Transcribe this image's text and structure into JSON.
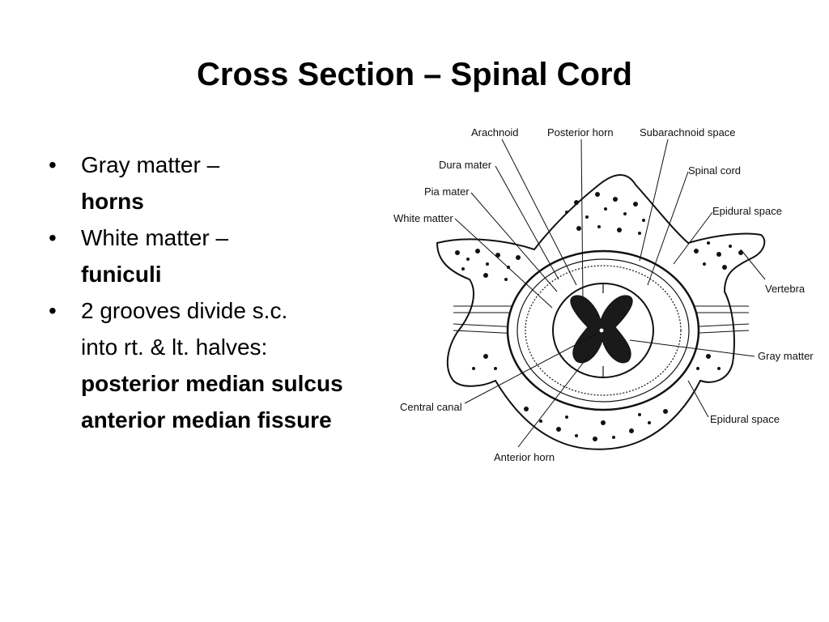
{
  "slide": {
    "title": "Cross Section – Spinal Cord",
    "bullets": [
      {
        "bullet": "•",
        "text": "Gray matter –",
        "bold": false
      },
      {
        "bullet": "",
        "text": "horns",
        "bold": true
      },
      {
        "bullet": "•",
        "text": "White matter –",
        "bold": false
      },
      {
        "bullet": "",
        "text": "funiculi",
        "bold": true
      },
      {
        "bullet": "•",
        "text": "2 grooves divide s.c.",
        "bold": false
      },
      {
        "bullet": "",
        "text": "into rt. & lt. halves:",
        "bold": false
      },
      {
        "bullet": "",
        "text": "posterior median sulcus",
        "bold": true
      },
      {
        "bullet": "",
        "text": "anterior median fissure",
        "bold": true
      }
    ]
  },
  "diagram": {
    "labels": {
      "arachnoid": "Arachnoid",
      "posterior_horn": "Posterior horn",
      "subarachnoid_space": "Subarachnoid space",
      "dura_mater": "Dura mater",
      "spinal_cord": "Spinal cord",
      "pia_mater": "Pia mater",
      "epidural_space_top": "Epidural space",
      "white_matter": "White matter",
      "vertebra": "Vertebra",
      "gray_matter": "Gray matter",
      "central_canal": "Central canal",
      "epidural_space_bottom": "Epidural space",
      "anterior_horn": "Anterior horn"
    }
  }
}
